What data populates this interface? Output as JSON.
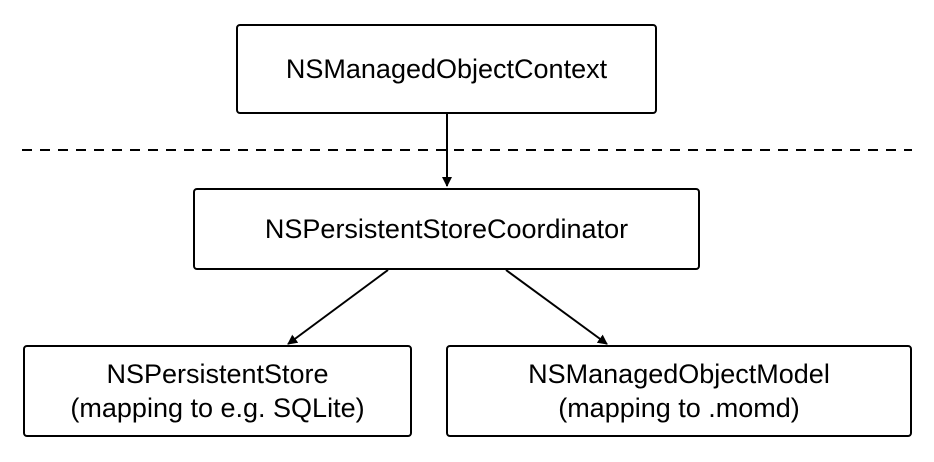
{
  "nodes": {
    "context": {
      "title": "NSManagedObjectContext"
    },
    "coordinator": {
      "title": "NSPersistentStoreCoordinator"
    },
    "store": {
      "title": "NSPersistentStore",
      "subtitle": "(mapping to e.g. SQLite)"
    },
    "model": {
      "title": "NSManagedObjectModel",
      "subtitle": "(mapping to .momd)"
    }
  },
  "edges": [
    {
      "from": "NSManagedObjectContext",
      "to": "NSPersistentStoreCoordinator"
    },
    {
      "from": "NSPersistentStoreCoordinator",
      "to": "NSPersistentStore"
    },
    {
      "from": "NSPersistentStoreCoordinator",
      "to": "NSManagedObjectModel"
    }
  ],
  "separator": {
    "style": "dashed"
  }
}
